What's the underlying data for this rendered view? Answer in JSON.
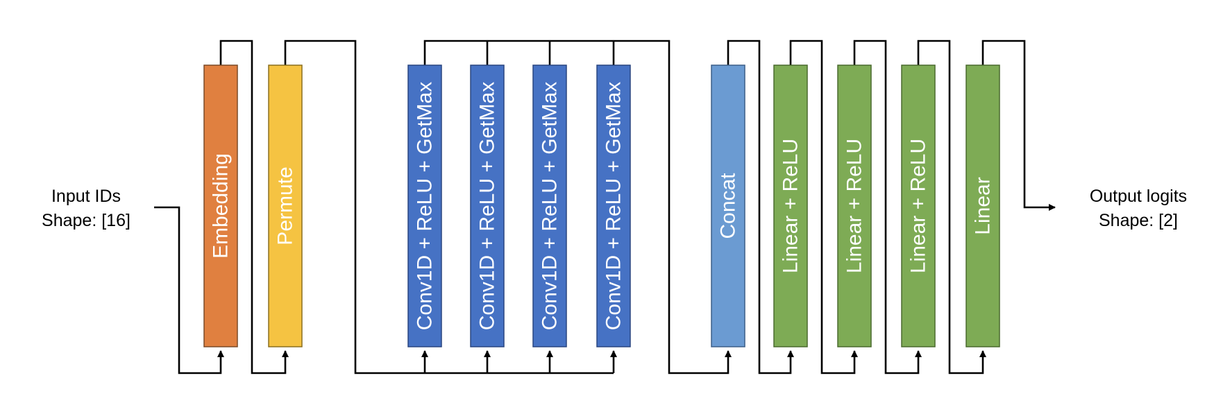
{
  "input": {
    "line1": "Input IDs",
    "line2": "Shape: [16]"
  },
  "output": {
    "line1": "Output logits",
    "line2": "Shape: [2]"
  },
  "blocks": [
    {
      "label": "Embedding",
      "color": "#E08040",
      "border": "#7a4a28"
    },
    {
      "label": "Permute",
      "color": "#F5C342",
      "border": "#8a6f1f"
    },
    {
      "label": "Conv1D + ReLU + GetMax",
      "color": "#4672C4",
      "border": "#2a4680"
    },
    {
      "label": "Conv1D + ReLU + GetMax",
      "color": "#4672C4",
      "border": "#2a4680"
    },
    {
      "label": "Conv1D + ReLU + GetMax",
      "color": "#4672C4",
      "border": "#2a4680"
    },
    {
      "label": "Conv1D + ReLU + GetMax",
      "color": "#4672C4",
      "border": "#2a4680"
    },
    {
      "label": "Concat",
      "color": "#6B9BD2",
      "border": "#3d5f88"
    },
    {
      "label": "Linear + ReLU",
      "color": "#7EAB55",
      "border": "#4a6a2e"
    },
    {
      "label": "Linear + ReLU",
      "color": "#7EAB55",
      "border": "#4a6a2e"
    },
    {
      "label": "Linear + ReLU",
      "color": "#7EAB55",
      "border": "#4a6a2e"
    },
    {
      "label": "Linear",
      "color": "#7EAB55",
      "border": "#4a6a2e"
    }
  ]
}
